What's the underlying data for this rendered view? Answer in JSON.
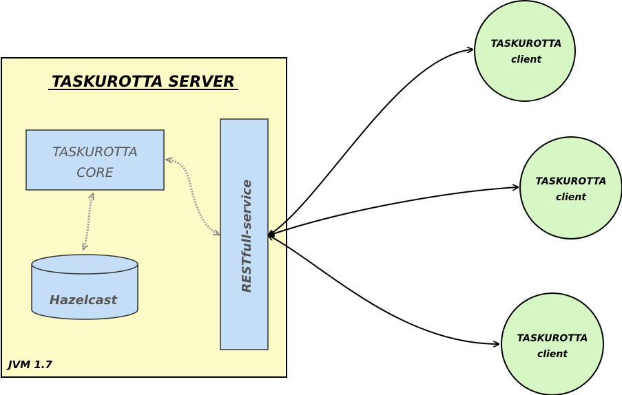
{
  "server": {
    "title": "TASKUROTTA SERVER",
    "jvm_label": "JVM 1.7",
    "fill": "#fcfbc8"
  },
  "core": {
    "line1": "TASKUROTTA",
    "line2": "CORE",
    "fill": "#c5def8"
  },
  "storage": {
    "label": "Hazelcast",
    "fill": "#c5def8"
  },
  "rest": {
    "label": "RESTfull-service",
    "fill": "#c5def8"
  },
  "clients": [
    {
      "line1": "TASKUROTTA",
      "line2": "client"
    },
    {
      "line1": "TASKUROTTA",
      "line2": "client"
    },
    {
      "line1": "TASKUROTTA",
      "line2": "client"
    }
  ],
  "client_fill": "#d6f7c4"
}
